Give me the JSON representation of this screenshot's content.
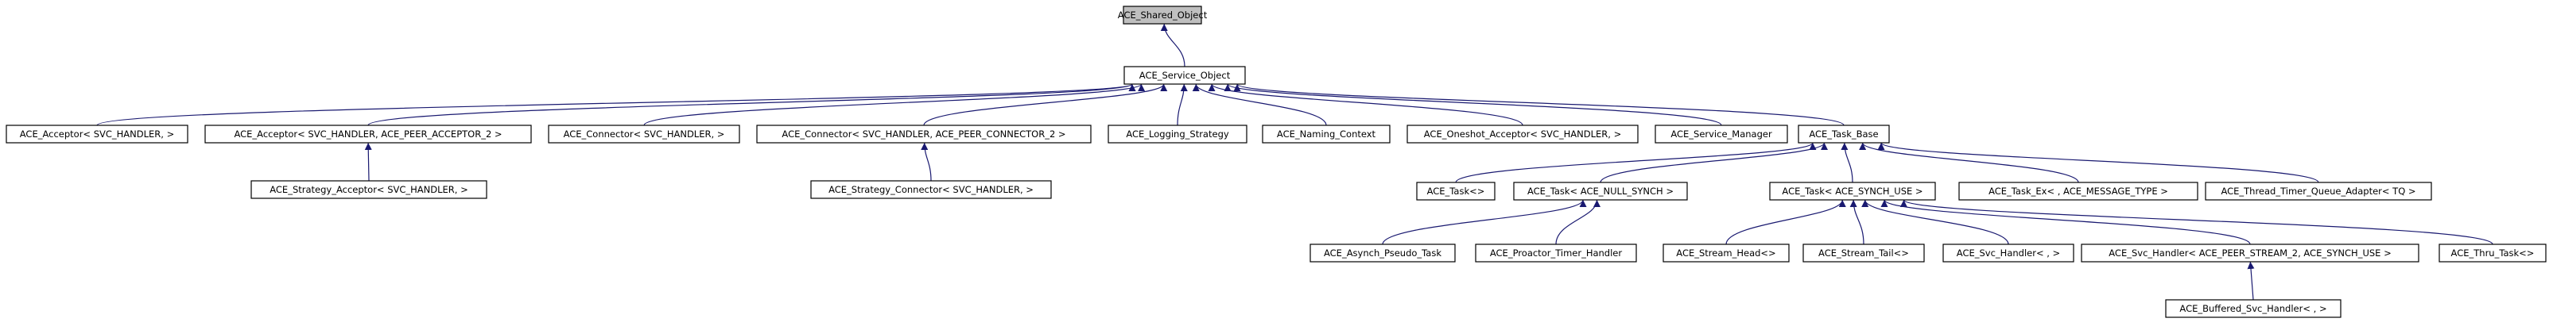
{
  "diagram": {
    "type": "class-inheritance-graph",
    "nodes": [
      {
        "id": "shared_object",
        "label": "ACE_Shared_Object",
        "highlighted": true
      },
      {
        "id": "service_object",
        "label": "ACE_Service_Object"
      },
      {
        "id": "acceptor",
        "label": "ACE_Acceptor< SVC_HANDLER, >"
      },
      {
        "id": "acceptor_peer",
        "label": "ACE_Acceptor< SVC_HANDLER, ACE_PEER_ACCEPTOR_2 >"
      },
      {
        "id": "connector",
        "label": "ACE_Connector< SVC_HANDLER, >"
      },
      {
        "id": "connector_peer",
        "label": "ACE_Connector< SVC_HANDLER, ACE_PEER_CONNECTOR_2 >"
      },
      {
        "id": "logging_strategy",
        "label": "ACE_Logging_Strategy"
      },
      {
        "id": "naming_context",
        "label": "ACE_Naming_Context"
      },
      {
        "id": "oneshot_acceptor",
        "label": "ACE_Oneshot_Acceptor< SVC_HANDLER, >"
      },
      {
        "id": "service_manager",
        "label": "ACE_Service_Manager"
      },
      {
        "id": "task_base",
        "label": "ACE_Task_Base"
      },
      {
        "id": "strategy_acceptor",
        "label": "ACE_Strategy_Acceptor< SVC_HANDLER, >"
      },
      {
        "id": "strategy_connector",
        "label": "ACE_Strategy_Connector< SVC_HANDLER, >"
      },
      {
        "id": "task_empty",
        "label": "ACE_Task<>"
      },
      {
        "id": "task_null_synch",
        "label": "ACE_Task< ACE_NULL_SYNCH >"
      },
      {
        "id": "task_synch_use",
        "label": "ACE_Task< ACE_SYNCH_USE >"
      },
      {
        "id": "task_ex",
        "label": "ACE_Task_Ex< , ACE_MESSAGE_TYPE >"
      },
      {
        "id": "thread_timer_queue_adapter",
        "label": "ACE_Thread_Timer_Queue_Adapter< TQ >"
      },
      {
        "id": "asynch_pseudo_task",
        "label": "ACE_Asynch_Pseudo_Task"
      },
      {
        "id": "proactor_timer_handler",
        "label": "ACE_Proactor_Timer_Handler"
      },
      {
        "id": "stream_head",
        "label": "ACE_Stream_Head<>"
      },
      {
        "id": "stream_tail",
        "label": "ACE_Stream_Tail<>"
      },
      {
        "id": "svc_handler",
        "label": "ACE_Svc_Handler< , >"
      },
      {
        "id": "svc_handler_peer",
        "label": "ACE_Svc_Handler< ACE_PEER_STREAM_2, ACE_SYNCH_USE >"
      },
      {
        "id": "thru_task",
        "label": "ACE_Thru_Task<>"
      },
      {
        "id": "buffered_svc_handler",
        "label": "ACE_Buffered_Svc_Handler< , >"
      }
    ],
    "edges": [
      {
        "from": "service_object",
        "to": "shared_object"
      },
      {
        "from": "acceptor",
        "to": "service_object"
      },
      {
        "from": "acceptor_peer",
        "to": "service_object"
      },
      {
        "from": "connector",
        "to": "service_object"
      },
      {
        "from": "connector_peer",
        "to": "service_object"
      },
      {
        "from": "logging_strategy",
        "to": "service_object"
      },
      {
        "from": "naming_context",
        "to": "service_object"
      },
      {
        "from": "oneshot_acceptor",
        "to": "service_object"
      },
      {
        "from": "service_manager",
        "to": "service_object"
      },
      {
        "from": "task_base",
        "to": "service_object"
      },
      {
        "from": "strategy_acceptor",
        "to": "acceptor_peer"
      },
      {
        "from": "strategy_connector",
        "to": "connector_peer"
      },
      {
        "from": "task_empty",
        "to": "task_base"
      },
      {
        "from": "task_null_synch",
        "to": "task_base"
      },
      {
        "from": "task_synch_use",
        "to": "task_base"
      },
      {
        "from": "task_ex",
        "to": "task_base"
      },
      {
        "from": "thread_timer_queue_adapter",
        "to": "task_base"
      },
      {
        "from": "asynch_pseudo_task",
        "to": "task_null_synch"
      },
      {
        "from": "proactor_timer_handler",
        "to": "task_null_synch"
      },
      {
        "from": "stream_head",
        "to": "task_synch_use"
      },
      {
        "from": "stream_tail",
        "to": "task_synch_use"
      },
      {
        "from": "svc_handler",
        "to": "task_synch_use"
      },
      {
        "from": "svc_handler_peer",
        "to": "task_synch_use"
      },
      {
        "from": "thru_task",
        "to": "task_synch_use"
      },
      {
        "from": "buffered_svc_handler",
        "to": "svc_handler_peer"
      }
    ],
    "colors": {
      "edge": "#191970",
      "root_fill": "#bfbfbf",
      "node_border": "#000000"
    }
  }
}
